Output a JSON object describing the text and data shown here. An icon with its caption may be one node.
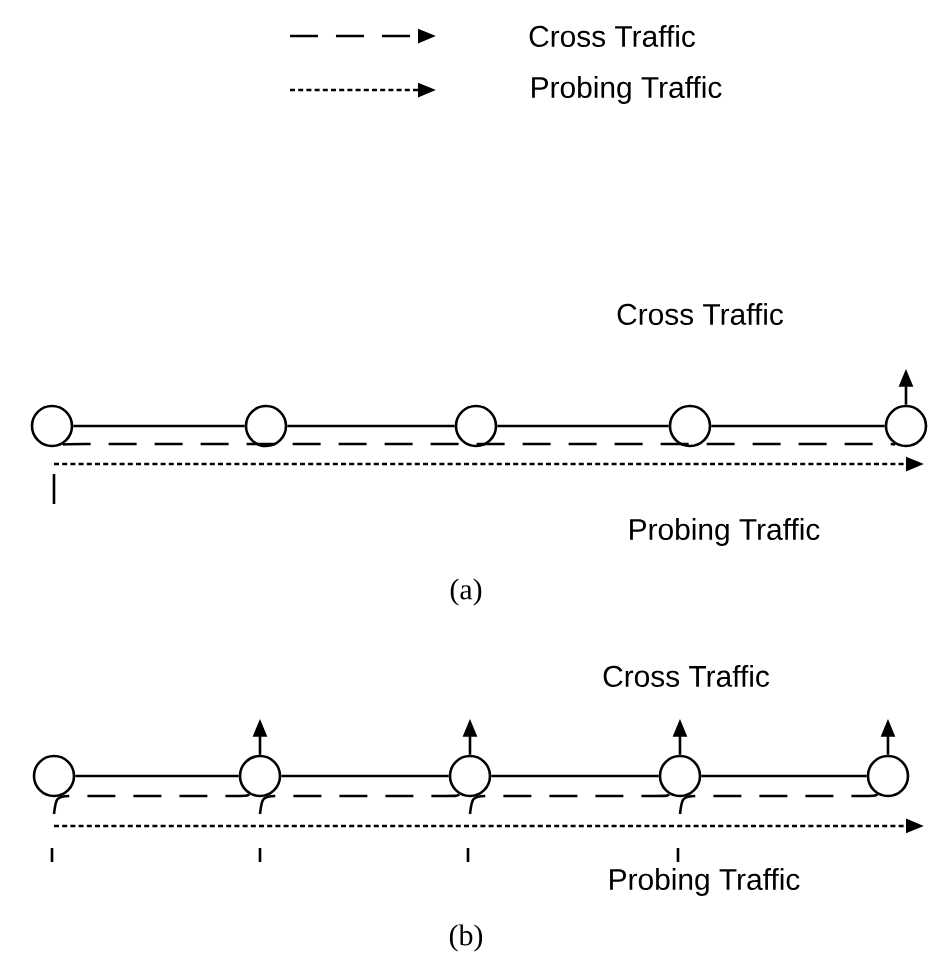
{
  "diagram": {
    "nodes": [
      {
        "text": [],
        "shape": "circle"
      },
      {
        "text": [],
        "shape": "circle"
      },
      {
        "text": [],
        "shape": "circle"
      },
      {
        "text": [],
        "shape": "circle"
      },
      {
        "text": [],
        "shape": "circle"
      },
      {
        "text": [],
        "shape": "circle"
      },
      {
        "text": [],
        "shape": "circle"
      },
      {
        "text": [],
        "shape": "circle"
      },
      {
        "text": [],
        "shape": "circle"
      },
      {
        "text": [],
        "shape": "circle"
      }
    ],
    "edges": [
      {
        "from": 0,
        "to": 1,
        "arrow": "none"
      },
      {
        "from": 1,
        "to": 2,
        "arrow": "none"
      },
      {
        "from": 2,
        "to": 3,
        "arrow": "none"
      },
      {
        "from": 3,
        "to": 4,
        "arrow": "none"
      },
      {
        "from": 0,
        "to": 4,
        "arrow": "none",
        "style": "dashed"
      },
      {
        "from": 4,
        "to": null,
        "arrow": "to"
      },
      {
        "from": 5,
        "to": 6,
        "arrow": "none"
      },
      {
        "from": 6,
        "to": 7,
        "arrow": "none"
      },
      {
        "from": 7,
        "to": 8,
        "arrow": "none"
      },
      {
        "from": 8,
        "to": 9,
        "arrow": "none"
      },
      {
        "from": 5,
        "to": 6,
        "arrow": "none",
        "style": "dashed"
      },
      {
        "from": 6,
        "to": 7,
        "arrow": "none",
        "style": "dashed"
      },
      {
        "from": 7,
        "to": 8,
        "arrow": "none",
        "style": "dashed"
      },
      {
        "from": 8,
        "to": 9,
        "arrow": "none",
        "style": "dashed"
      },
      {
        "from": 6,
        "to": null,
        "arrow": "to"
      },
      {
        "from": 7,
        "to": null,
        "arrow": "to"
      },
      {
        "from": 8,
        "to": null,
        "arrow": "to"
      },
      {
        "from": 9,
        "to": null,
        "arrow": "to"
      }
    ],
    "labels": [
      "Cross Traffic",
      "Probing Traffic",
      "(a)",
      "Cross Traffic",
      "Probing Traffic",
      "(b)"
    ],
    "legend": [
      {
        "text": "Cross Traffic"
      },
      {
        "text": "Probing Traffic"
      }
    ]
  }
}
